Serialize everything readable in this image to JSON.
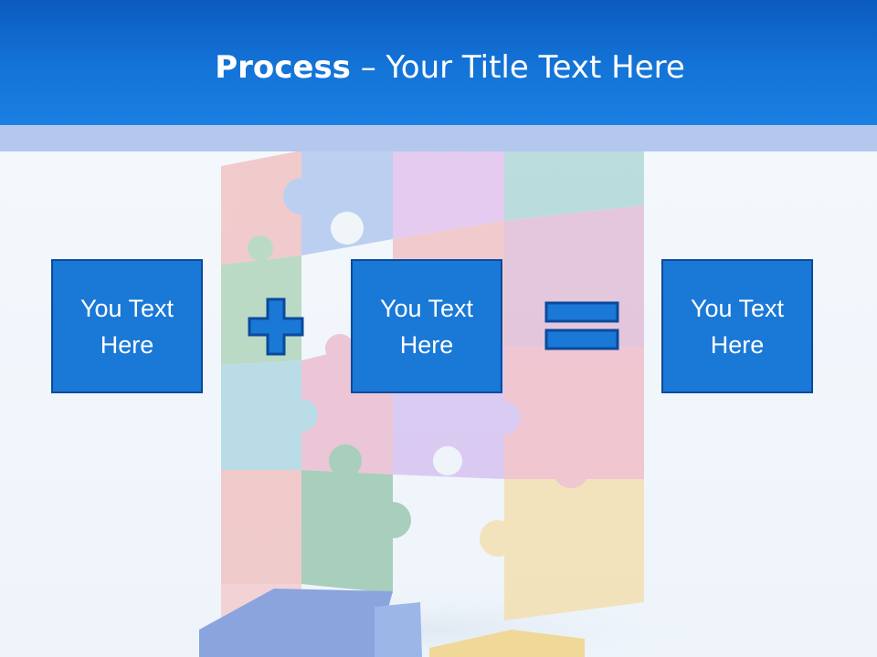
{
  "slide": {
    "title_bold": "Process",
    "title_rest": " – Your Title Text Here"
  },
  "process_boxes": [
    {
      "text": "You Text Here"
    },
    {
      "text": "You Text Here"
    },
    {
      "text": "You Text Here"
    }
  ],
  "operators": {
    "plus": "+",
    "equals": "="
  },
  "colors": {
    "header": "#1474d8",
    "header_dark": "#0b5bc0",
    "sub_band": "#b3c8ec",
    "box_fill": "#1a78d6",
    "box_border": "#0a4a9c",
    "background": "#f3f8fc"
  }
}
